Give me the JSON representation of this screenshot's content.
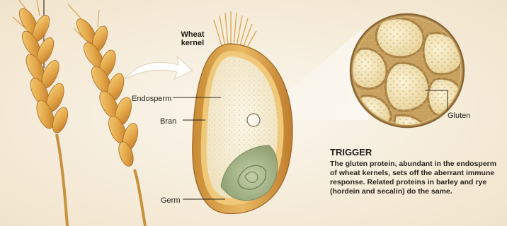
{
  "labels": {
    "wheat_kernel_line1": "Wheat",
    "wheat_kernel_line2": "kernel",
    "endosperm": "Endosperm",
    "bran": "Bran",
    "germ": "Germ",
    "gluten": "Gluten"
  },
  "trigger": {
    "heading": "TRIGGER",
    "body": "The gluten protein, abundant in the endosperm of wheat kernels, sets off the aberrant immune response. Related proteins in barley and rye (hordein and secalin) do the same."
  },
  "colors": {
    "background": "#f4ead8",
    "bran": "#d9a44a",
    "endosperm": "#f6efd9",
    "germ": "#a9b890",
    "wheat": "#e2a74a"
  }
}
